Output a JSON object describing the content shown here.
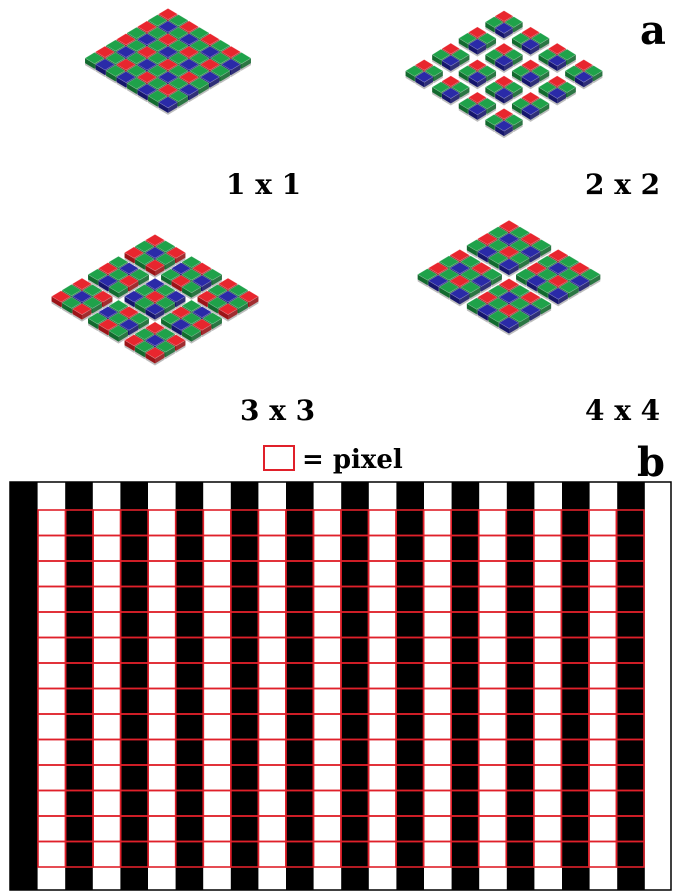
{
  "panel_a": {
    "letter": "a",
    "subpanels": [
      {
        "label": "1 x 1",
        "bin": 1
      },
      {
        "label": "2 x 2",
        "bin": 2
      },
      {
        "label": "3 x 3",
        "bin": 3
      },
      {
        "label": "4 x 4",
        "bin": 4
      }
    ],
    "colors": {
      "red": "#e8262e",
      "green": "#1fa24a",
      "blue": "#2a2aa8"
    }
  },
  "panel_b": {
    "letter": "b",
    "legend_text": "= pixel",
    "pixel_outline_color": "#e0202a",
    "stripe_color": "#000000"
  }
}
